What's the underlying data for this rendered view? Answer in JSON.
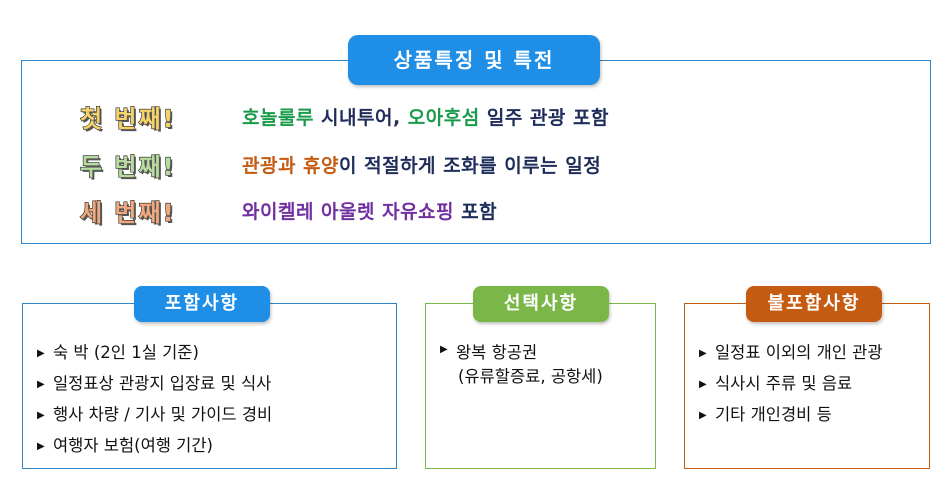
{
  "colors": {
    "blue": "#1e8ee6",
    "green": "#7ab648",
    "orange": "#c55a11",
    "text_green": "#1a9a4a",
    "text_navy": "#1f2d5a",
    "text_orange": "#c55a11",
    "text_purple": "#7030a0"
  },
  "features": {
    "title": "상품특징 및 특전",
    "rows": [
      {
        "ordinal": "첫 번째!",
        "ordinal_color": "#f5d26a",
        "segments": [
          {
            "text": "호놀룰루",
            "color": "#1a9a4a"
          },
          {
            "text": " 시내투어, ",
            "color": "#1f2d5a"
          },
          {
            "text": "오아후섬",
            "color": "#1a9a4a"
          },
          {
            "text": " 일주 관광 포함",
            "color": "#1f2d5a"
          }
        ]
      },
      {
        "ordinal": "두 번째!",
        "ordinal_color": "#b8dca0",
        "segments": [
          {
            "text": "관광과 휴양",
            "color": "#c55a11"
          },
          {
            "text": "이 적절하게 조화를 이루는 일정",
            "color": "#1f2d5a"
          }
        ]
      },
      {
        "ordinal": "세 번째!",
        "ordinal_color": "#f0a87c",
        "segments": [
          {
            "text": "와이켈레 아울렛 자유쇼핑",
            "color": "#7030a0"
          },
          {
            "text": " 포함",
            "color": "#1f2d5a"
          }
        ]
      }
    ]
  },
  "included": {
    "title": "포함사항",
    "items": [
      "숙 박 (2인 1실 기준)",
      "일정표상 관광지 입장료 및 식사",
      "행사 차량 / 기사 및 가이드 경비",
      "여행자 보험(여행 기간)"
    ]
  },
  "optional": {
    "title": "선택사항",
    "items": [
      {
        "line1": "왕복 항공권",
        "line2": "(유류할증료, 공항세)"
      }
    ]
  },
  "excluded": {
    "title": "불포함사항",
    "items": [
      "일정표 이외의 개인 관광",
      "식사시 주류 및 음료",
      "기타 개인경비 등"
    ]
  },
  "bullet_glyph": "▶"
}
